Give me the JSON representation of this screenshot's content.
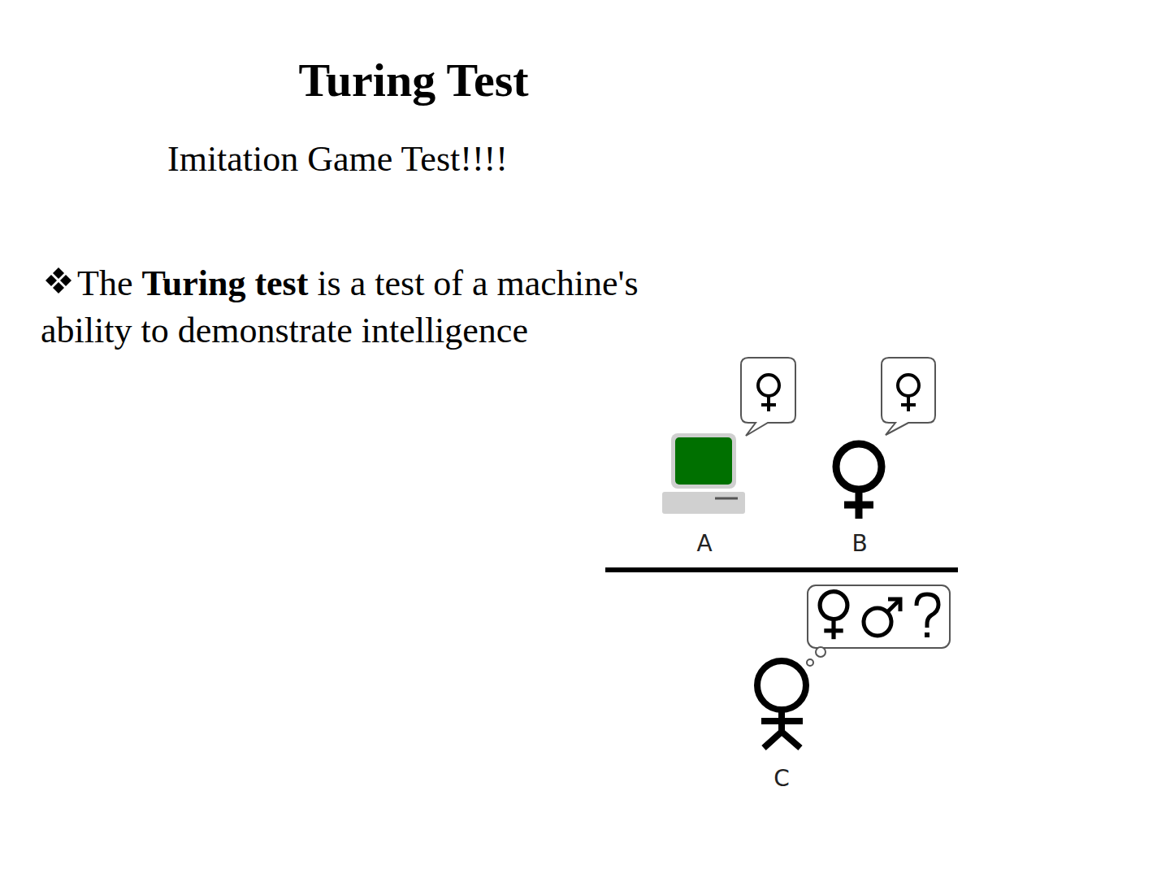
{
  "diagram": {
    "title": "Turing Test",
    "labels": [
      "Imitation Game Test!!!!",
      "The",
      "Turing test",
      "is a test of a machine's ability to demonstrate intelligence",
      "A",
      "B",
      "C"
    ]
  }
}
